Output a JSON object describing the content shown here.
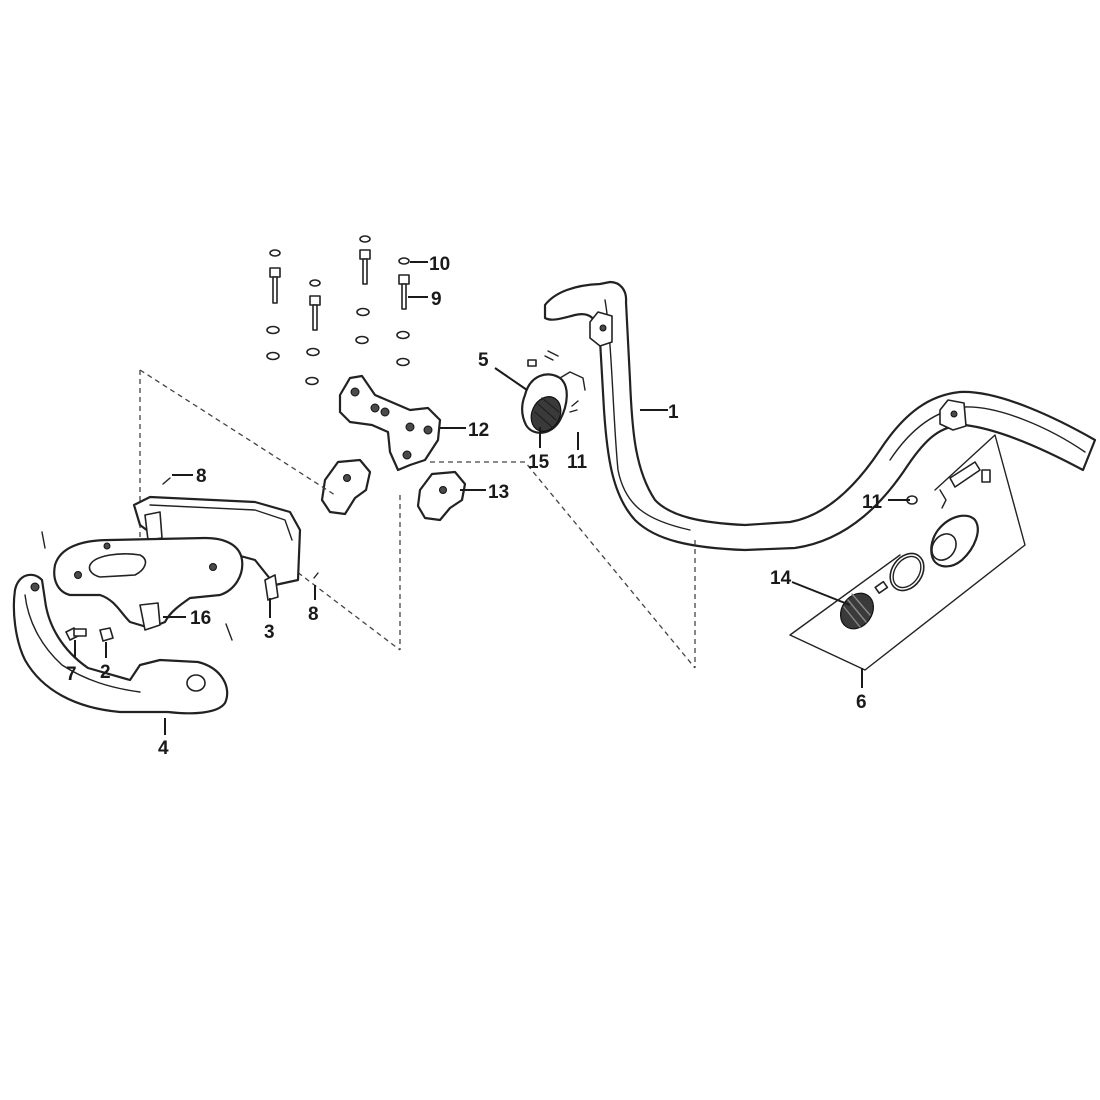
{
  "callouts": {
    "c1": "1",
    "c2": "2",
    "c3": "3",
    "c4": "4",
    "c5": "5",
    "c6": "6",
    "c7": "7",
    "c8a": "8",
    "c8b": "8",
    "c9": "9",
    "c10": "10",
    "c11a": "11",
    "c11b": "11",
    "c12": "12",
    "c13": "13",
    "c14": "14",
    "c15": "15",
    "c16": "16"
  },
  "colors": {
    "line": "#1a1a1a",
    "background": "#ffffff",
    "lens": "#3a3a3a"
  }
}
